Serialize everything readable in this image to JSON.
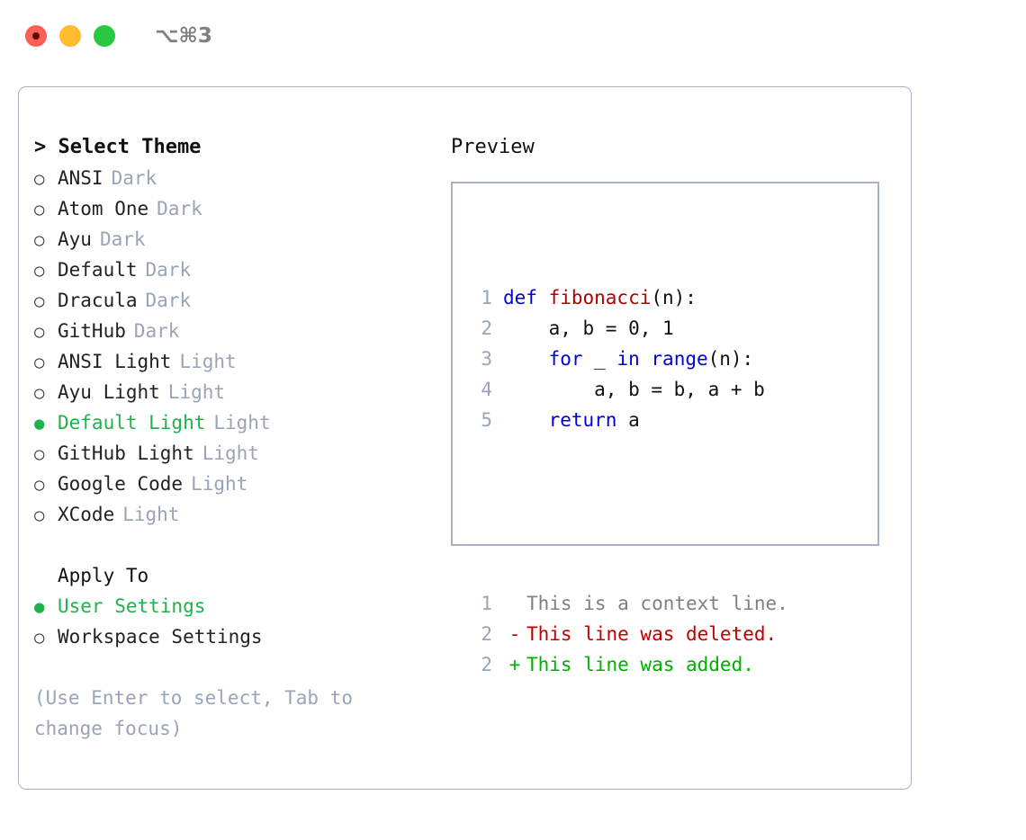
{
  "titlebar": {
    "lights": [
      "close-red",
      "minimize-yellow",
      "maximize-green"
    ],
    "shortcut": "⌥⌘3"
  },
  "theme_panel": {
    "header": "> Select Theme",
    "bullet_selected": "●",
    "bullet_unselected": "○",
    "items": [
      {
        "name": "ANSI",
        "badge": "Dark",
        "selected": false
      },
      {
        "name": "Atom One",
        "badge": "Dark",
        "selected": false
      },
      {
        "name": "Ayu",
        "badge": "Dark",
        "selected": false
      },
      {
        "name": "Default",
        "badge": "Dark",
        "selected": false
      },
      {
        "name": "Dracula",
        "badge": "Dark",
        "selected": false
      },
      {
        "name": "GitHub",
        "badge": "Dark",
        "selected": false
      },
      {
        "name": "ANSI Light",
        "badge": "Light",
        "selected": false
      },
      {
        "name": "Ayu Light",
        "badge": "Light",
        "selected": false
      },
      {
        "name": "Default Light",
        "badge": "Light",
        "selected": true
      },
      {
        "name": "GitHub Light",
        "badge": "Light",
        "selected": false
      },
      {
        "name": "Google Code",
        "badge": "Light",
        "selected": false
      },
      {
        "name": "XCode",
        "badge": "Light",
        "selected": false
      }
    ]
  },
  "apply_to": {
    "header": "Apply To",
    "options": [
      {
        "name": "User Settings",
        "selected": true
      },
      {
        "name": "Workspace Settings",
        "selected": false
      }
    ]
  },
  "hint": "(Use Enter to select, Tab to change focus)",
  "preview": {
    "title": "Preview",
    "code_lines": [
      {
        "no": "1",
        "tokens": [
          {
            "t": "def ",
            "c": "kw"
          },
          {
            "t": "fibonacci",
            "c": "fn"
          },
          {
            "t": "(n):",
            "c": "plain"
          }
        ]
      },
      {
        "no": "2",
        "tokens": [
          {
            "t": "    a, b = 0, 1",
            "c": "plain"
          }
        ]
      },
      {
        "no": "3",
        "tokens": [
          {
            "t": "    ",
            "c": "plain"
          },
          {
            "t": "for",
            "c": "kw"
          },
          {
            "t": " _ ",
            "c": "plain"
          },
          {
            "t": "in",
            "c": "kw"
          },
          {
            "t": " ",
            "c": "plain"
          },
          {
            "t": "range",
            "c": "kw"
          },
          {
            "t": "(n):",
            "c": "plain"
          }
        ]
      },
      {
        "no": "4",
        "tokens": [
          {
            "t": "        a, b = b, a + b",
            "c": "plain"
          }
        ]
      },
      {
        "no": "5",
        "tokens": [
          {
            "t": "    ",
            "c": "plain"
          },
          {
            "t": "return",
            "c": "kw"
          },
          {
            "t": " a",
            "c": "plain"
          }
        ]
      }
    ],
    "diff_lines": [
      {
        "no": "1",
        "sign": " ",
        "text": "This is a context line.",
        "kind": "ctx"
      },
      {
        "no": "2",
        "sign": "-",
        "text": "This line was deleted.",
        "kind": "del"
      },
      {
        "no": "2",
        "sign": "+",
        "text": "This line was added.",
        "kind": "add"
      }
    ]
  },
  "colors": {
    "accent_green": "#22b24c",
    "muted": "#9aa4b8",
    "keyword": "#0000dd",
    "function": "#b00000",
    "diff_add": "#00b000",
    "diff_del": "#c00000",
    "border": "#a9b2c3"
  }
}
